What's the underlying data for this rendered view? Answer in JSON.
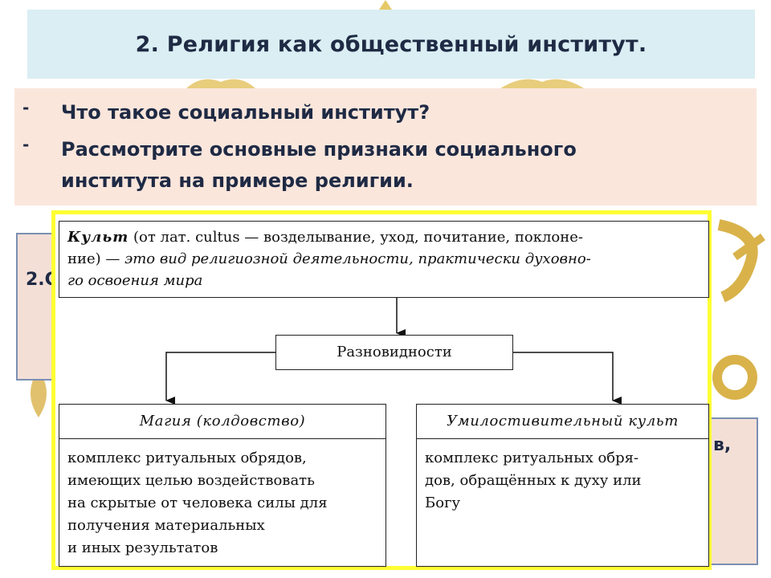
{
  "slide": {
    "title": "2. Религия как общественный институт.",
    "questions": [
      {
        "marker": "-",
        "lines": [
          "Что такое социальный институт?"
        ]
      },
      {
        "marker": "-",
        "lines": [
          "Рассмотрите основные признаки социального",
          "института на примере религии."
        ]
      }
    ],
    "left_fragment": "2.С",
    "right_fragment": "в,"
  },
  "diagram": {
    "definition": {
      "term": "Культ",
      "line1_rest": " (от лат. cultus — возделывание, уход, почитание, поклоне-",
      "line2_plain": "ние) — ",
      "line2_italic": "это вид религиозной деятельности, практически духовно-",
      "line3_italic": "го освоения мира"
    },
    "varieties_label": "Разновидности",
    "magic": {
      "title": "Магия (колдовство)",
      "lines": [
        "комплекс ритуальных обрядов,",
        "имеющих целью воздействовать",
        "на скрытые от человека силы для",
        "получения материальных",
        "и иных результатов"
      ]
    },
    "propitiatory": {
      "title": "Умилостивительный культ",
      "lines": [
        "комплекс ритуальных обря-",
        "дов, обращённых к духу или",
        "Богу"
      ]
    }
  },
  "colors": {
    "title_banner": "#daeef3",
    "question_panel": "#fbe6dc",
    "diagram_border": "#ffff33",
    "text_dark": "#1f2a44",
    "ornament_gold": "#d9b24a"
  }
}
